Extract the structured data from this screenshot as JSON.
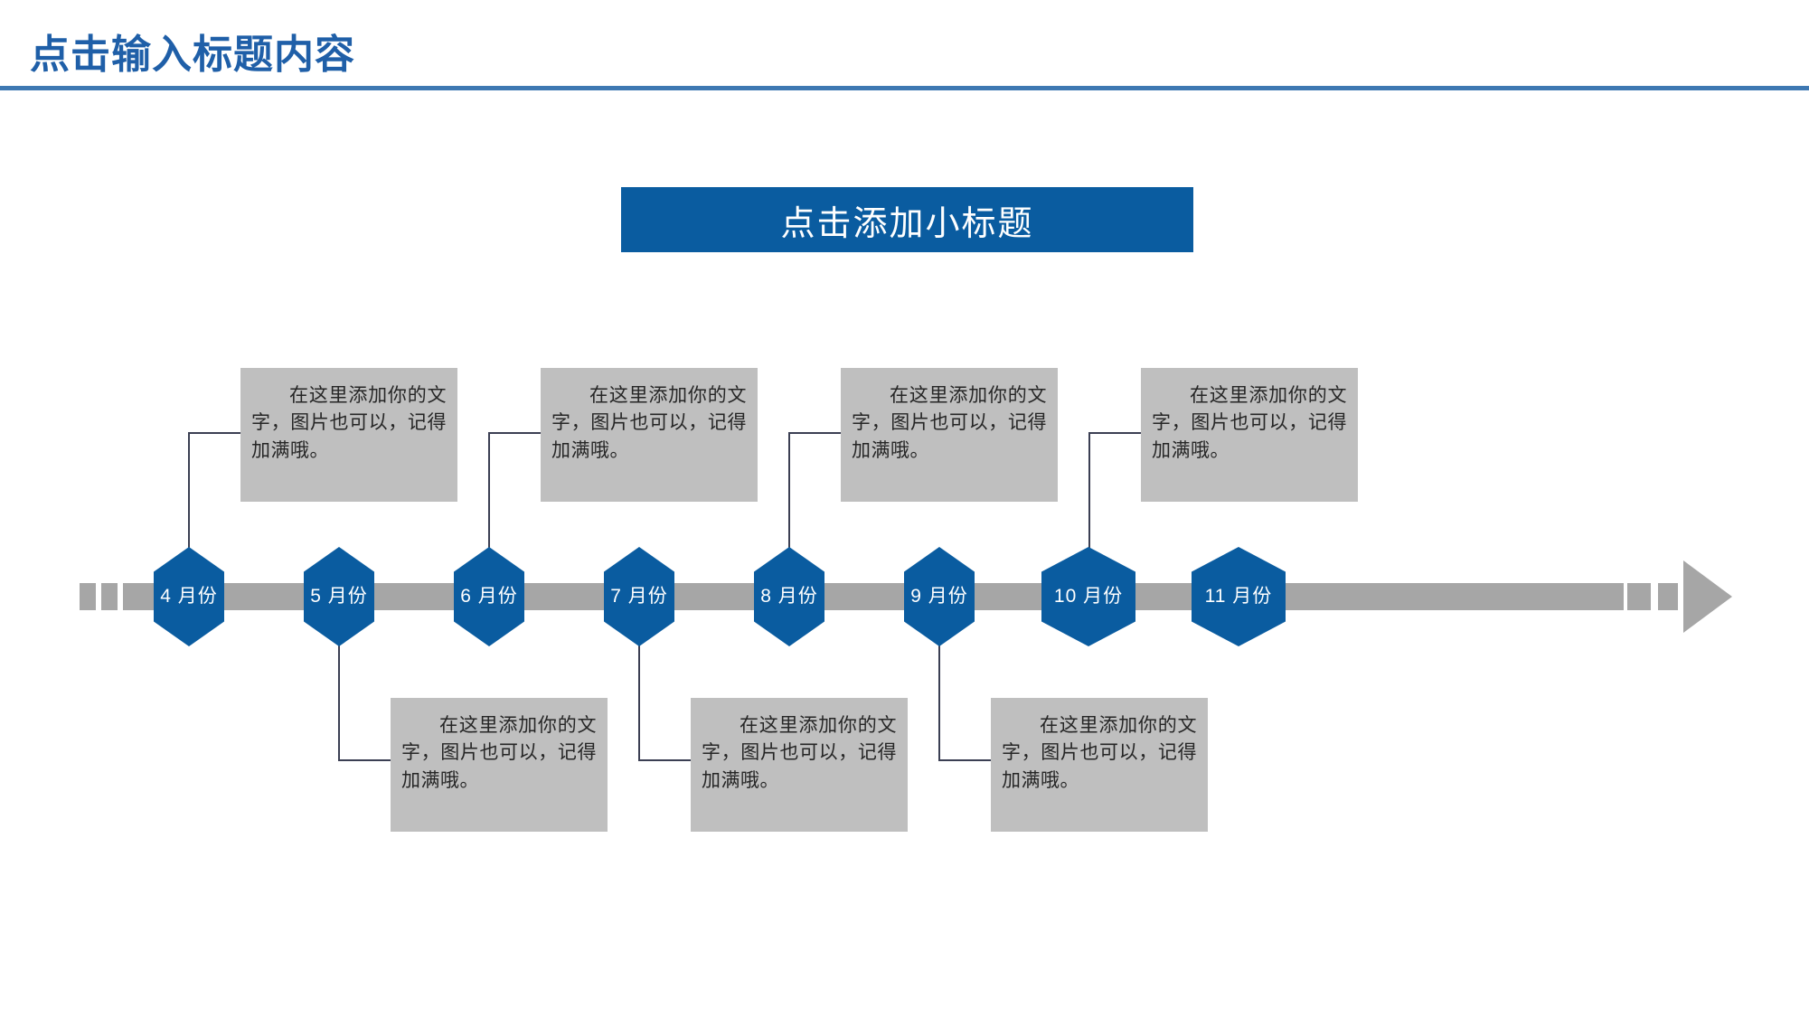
{
  "header": {
    "title": "点击输入标题内容",
    "rule_color": "#3E78B2",
    "title_color": "#1F5FA8"
  },
  "subtitle": {
    "label": "点击添加小标题",
    "background": "#0A5CA0",
    "text_color": "#FFFFFF"
  },
  "theme": {
    "accent_blue": "#0A5CA0",
    "track_gray": "#A6A6A6",
    "card_gray": "#BFBFBF",
    "connector": "#3B3F53"
  },
  "timeline": {
    "track": {
      "arrow_direction": "right",
      "left_dashes": 3,
      "right_dashes": 2
    },
    "nodes": [
      {
        "id": "node-4",
        "label": "4 月份",
        "position": "above",
        "width": "narrow"
      },
      {
        "id": "node-5",
        "label": "5 月份",
        "position": "below",
        "width": "narrow"
      },
      {
        "id": "node-6",
        "label": "6 月份",
        "position": "above",
        "width": "narrow"
      },
      {
        "id": "node-7",
        "label": "7 月份",
        "position": "below",
        "width": "narrow"
      },
      {
        "id": "node-8",
        "label": "8 月份",
        "position": "above",
        "width": "narrow"
      },
      {
        "id": "node-9",
        "label": "9 月份",
        "position": "below",
        "width": "narrow"
      },
      {
        "id": "node-10",
        "label": "10 月份",
        "position": "above",
        "width": "wide"
      },
      {
        "id": "node-11",
        "label": "11 月份",
        "position": "none",
        "width": "wide"
      }
    ],
    "cards": [
      {
        "id": "card-1",
        "placement": "above",
        "text": "在这里添加你的文字，图片也可以，记得加满哦。"
      },
      {
        "id": "card-2",
        "placement": "below",
        "text": "在这里添加你的文字，图片也可以，记得加满哦。"
      },
      {
        "id": "card-3",
        "placement": "above",
        "text": "在这里添加你的文字，图片也可以，记得加满哦。"
      },
      {
        "id": "card-4",
        "placement": "below",
        "text": "在这里添加你的文字，图片也可以，记得加满哦。"
      },
      {
        "id": "card-5",
        "placement": "above",
        "text": "在这里添加你的文字，图片也可以，记得加满哦。"
      },
      {
        "id": "card-6",
        "placement": "below",
        "text": "在这里添加你的文字，图片也可以，记得加满哦。"
      },
      {
        "id": "card-7",
        "placement": "above",
        "text": "在这里添加你的文字，图片也可以，记得加满哦。"
      }
    ]
  }
}
